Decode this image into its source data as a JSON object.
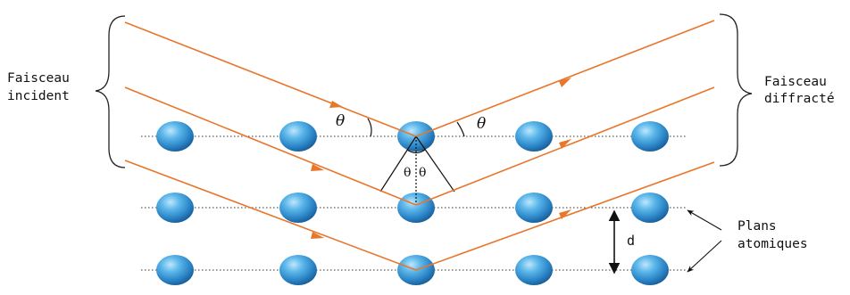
{
  "labels": {
    "incident_line1": "Faisceau",
    "incident_line2": "incident",
    "diffracted_line1": "Faisceau",
    "diffracted_line2": "diffracté",
    "planes_line1": "Plans",
    "planes_line2": "atomiques",
    "theta_left": "θ",
    "theta_right": "θ",
    "theta_inner_left": "θ",
    "theta_inner_right": "θ",
    "spacing": "d"
  },
  "colors": {
    "ray": "#e8762b",
    "atom_light": "#8fd0f5",
    "atom_mid": "#3a9fdc",
    "atom_dark": "#1a5f99",
    "plane_line": "#333333",
    "text": "#111111"
  },
  "lattice": {
    "planes": 3,
    "atoms_per_plane": 5
  }
}
